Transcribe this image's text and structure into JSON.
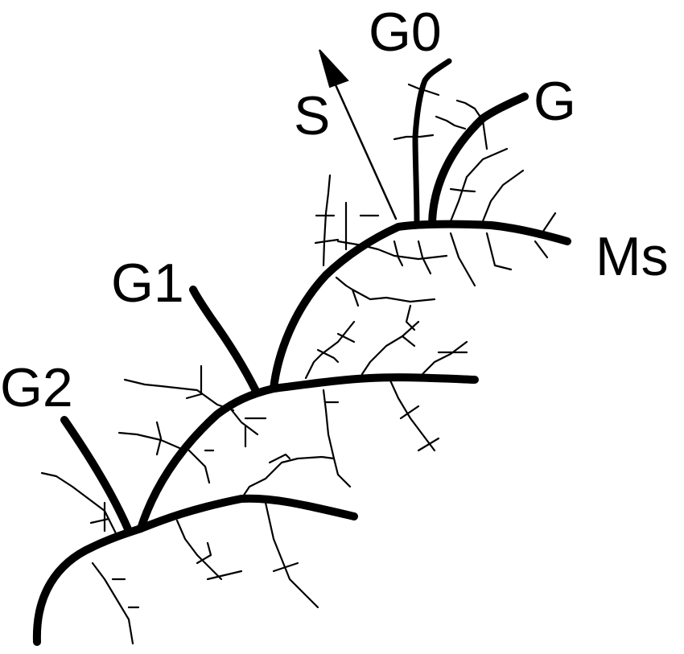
{
  "figure": {
    "description": "Branching shoot / growth-axis diagram with main axis, lateral branches and fine ramifications",
    "colors": {
      "line": "#000000",
      "background": "#ffffff"
    },
    "labels": {
      "g0": "G0",
      "s": "S",
      "g": "G",
      "ms": "Ms",
      "g1": "G1",
      "g2": "G2"
    },
    "arrow": {
      "name": "S",
      "direction": "up-left"
    }
  }
}
